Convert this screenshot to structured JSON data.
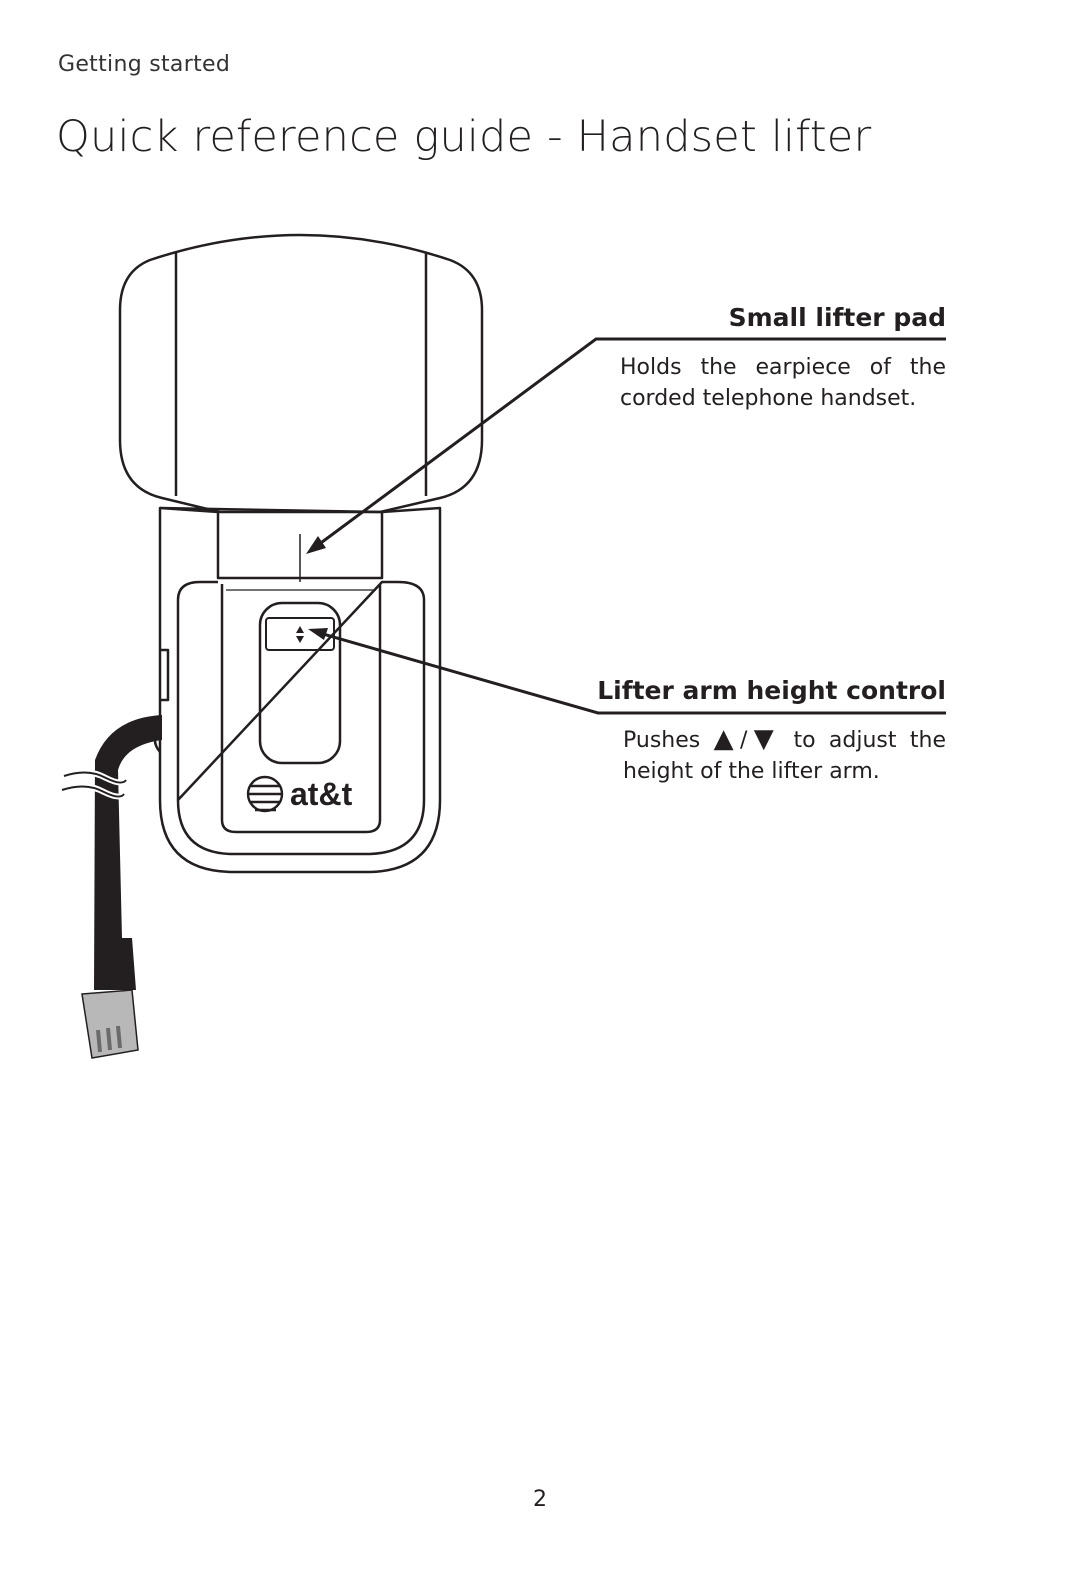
{
  "header": {
    "section": "Getting started",
    "title": "Quick reference guide - Handset lifter"
  },
  "callouts": [
    {
      "title": "Small lifter pad",
      "description": "Holds the earpiece of the corded telephone handset."
    },
    {
      "title": "Lifter arm height control",
      "description_prefix": "Pushes",
      "up_symbol": "▲",
      "separator": "/",
      "down_symbol": "▼",
      "description_suffix": "to adjust the height of the lifter arm."
    }
  ],
  "device": {
    "brand_logo_text": "at&t"
  },
  "footer": {
    "page_number": "2"
  }
}
